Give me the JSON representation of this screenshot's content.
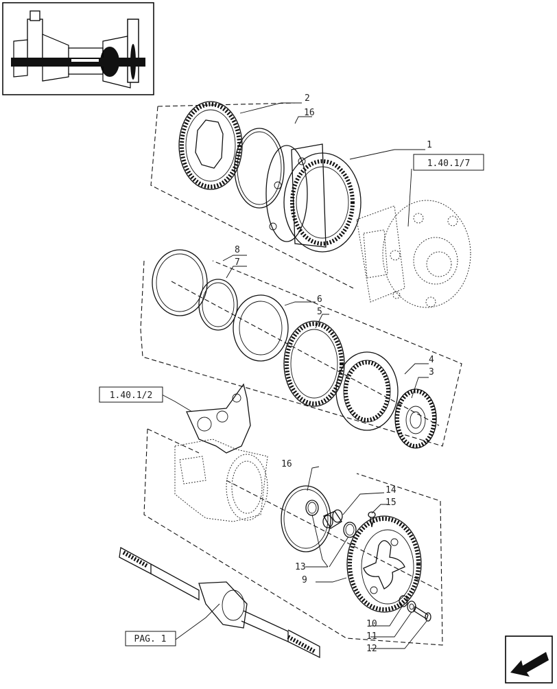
{
  "callouts": {
    "c2": "2",
    "c16a": "16",
    "c1": "1",
    "c8": "8",
    "c7": "7",
    "c6": "6",
    "c5": "5",
    "c4": "4",
    "c3": "3",
    "c16b": "16",
    "c14": "14",
    "c15": "15",
    "c13": "13",
    "c9": "9",
    "c10": "10",
    "c11": "11",
    "c12": "12"
  },
  "references": {
    "ref_top": "1.40.1/7",
    "ref_mid": "1.40.1/2",
    "ref_page": "PAG. 1"
  }
}
